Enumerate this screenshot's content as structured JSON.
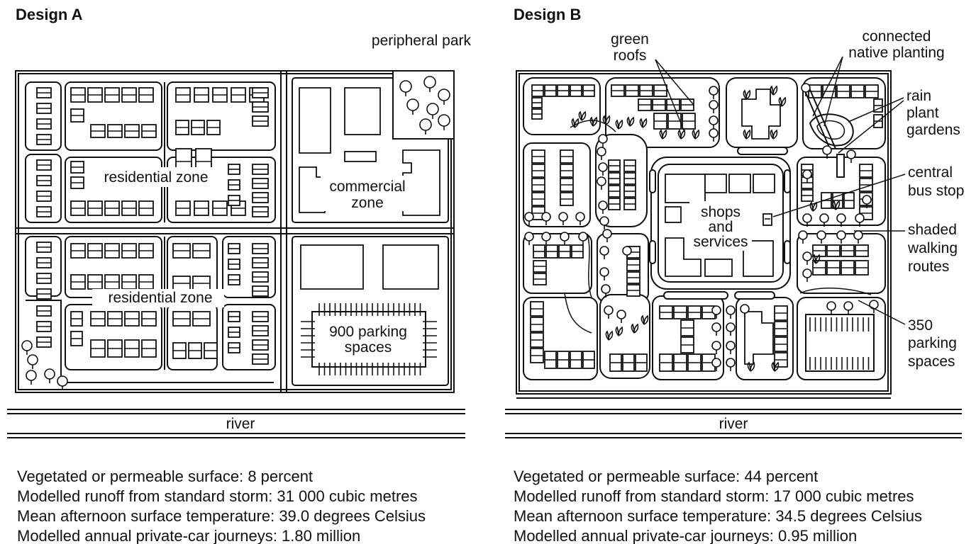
{
  "design_a": {
    "title": "Design A",
    "labels": {
      "peripheral_park": "peripheral park",
      "residential_zone_1": "residential zone",
      "residential_zone_2": "residential zone",
      "commercial_line1": "commercial",
      "commercial_line2": "zone",
      "parking_line1": "900 parking",
      "parking_line2": "spaces",
      "river": "river"
    },
    "stats": [
      "Vegetated or permeable surface: 8 percent",
      "Modelled runoff from standard storm: 31 000 cubic metres",
      "Mean afternoon surface temperature: 39.0 degrees Celsius",
      "Modelled annual private-car journeys: 1.80 million"
    ]
  },
  "design_b": {
    "title": "Design B",
    "labels": {
      "green_roofs_line1": "green",
      "green_roofs_line2": "roofs",
      "native_line1": "connected",
      "native_line2": "native planting",
      "rain_line1": "rain",
      "rain_line2": "plant",
      "rain_line3": "gardens",
      "bus_line1": "central",
      "bus_line2": "bus stop",
      "shops_line1": "shops",
      "shops_line2": "and",
      "shops_line3": "services",
      "shaded_line1": "shaded",
      "shaded_line2": "walking",
      "shaded_line3": "routes",
      "parking_line1": "350",
      "parking_line2": "parking",
      "parking_line3": "spaces",
      "river": "river"
    },
    "stats": [
      "Vegetated or permeable surface: 44 percent",
      "Modelled runoff from standard storm: 17 000 cubic metres",
      "Mean afternoon surface temperature: 34.5 degrees Celsius",
      "Modelled annual private-car journeys: 0.95 million"
    ]
  }
}
